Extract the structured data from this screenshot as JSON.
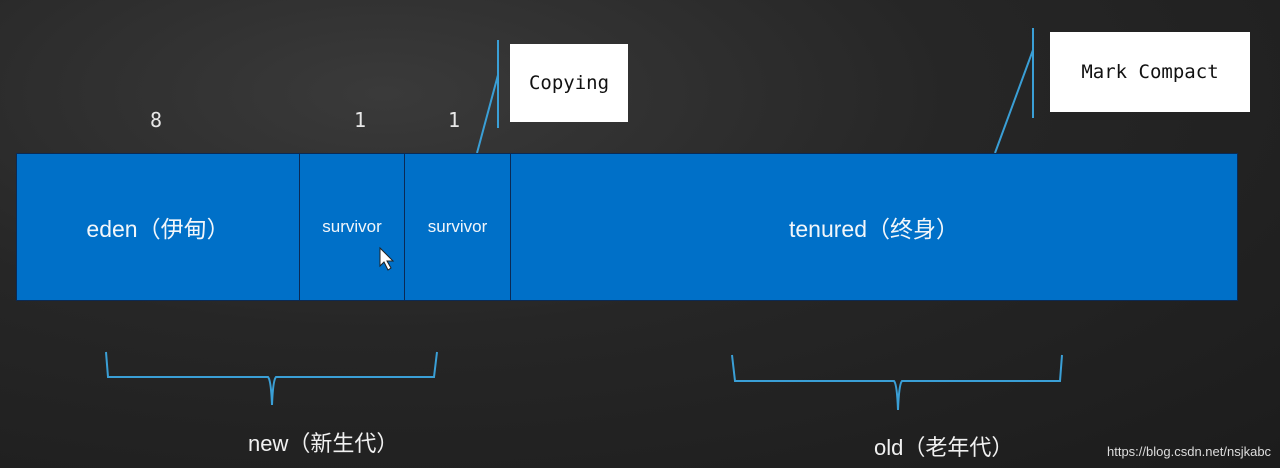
{
  "ratios": {
    "eden": "8",
    "survivor1": "1",
    "survivor2": "1"
  },
  "regions": {
    "eden": "eden（伊甸）",
    "survivor1": "survivor",
    "survivor2": "survivor",
    "tenured": "tenured（终身）"
  },
  "notes": {
    "copying": "Copying",
    "mark_compact": "Mark Compact"
  },
  "groups": {
    "new": "new（新生代）",
    "old": "old（老年代）"
  },
  "watermark": "https://blog.csdn.net/nsjkabc",
  "colors": {
    "region": "#0070c8",
    "line": "#3a9fd6"
  }
}
